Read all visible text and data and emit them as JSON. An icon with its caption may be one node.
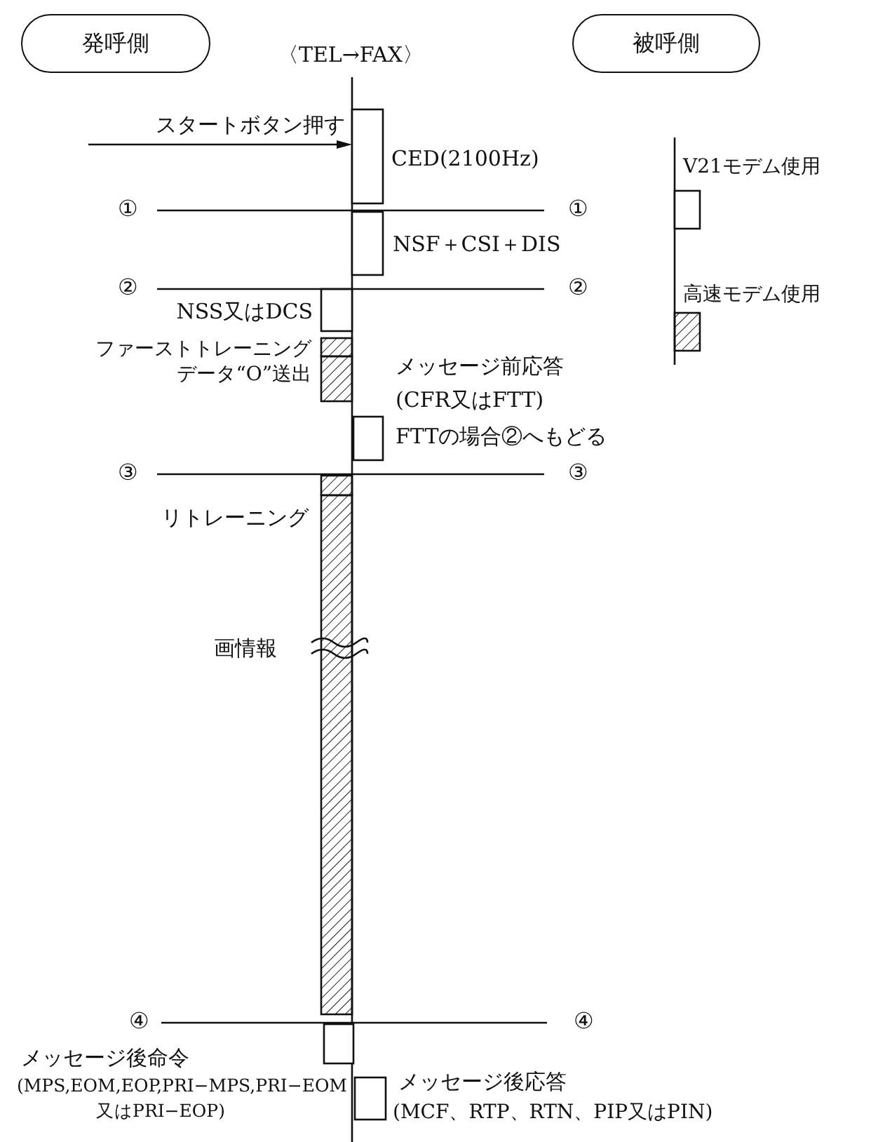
{
  "diagram": {
    "nodes": [
      {
        "text": [
          "発呼側"
        ]
      },
      {
        "text": [
          "被呼側"
        ]
      }
    ],
    "labels": [
      "〈TEL→FAX〉",
      "スタートボタン押す",
      "CED(2100Hz)",
      "①",
      "①",
      "NSF＋CSI＋DIS",
      "②",
      "②",
      "NSS又はDCS",
      "ファーストトレーニングデータ“O”送出",
      "メッセージ前応答",
      "(CFR又はFTT)",
      "FTTの場合②へもどる",
      "③",
      "③",
      "リトレーニング",
      "画情報",
      "④",
      "④",
      "メッセージ後命令",
      "(MPS,EOM,EOP,PRI−MPS,PRI−EOM又はPRI−EOP)",
      "メッセージ後応答",
      "(MCF、RTP、RTN、PIP又はPIN)"
    ],
    "legend": [
      {
        "text": "V21モデム使用"
      },
      {
        "text": "高速モデム使用"
      }
    ]
  }
}
